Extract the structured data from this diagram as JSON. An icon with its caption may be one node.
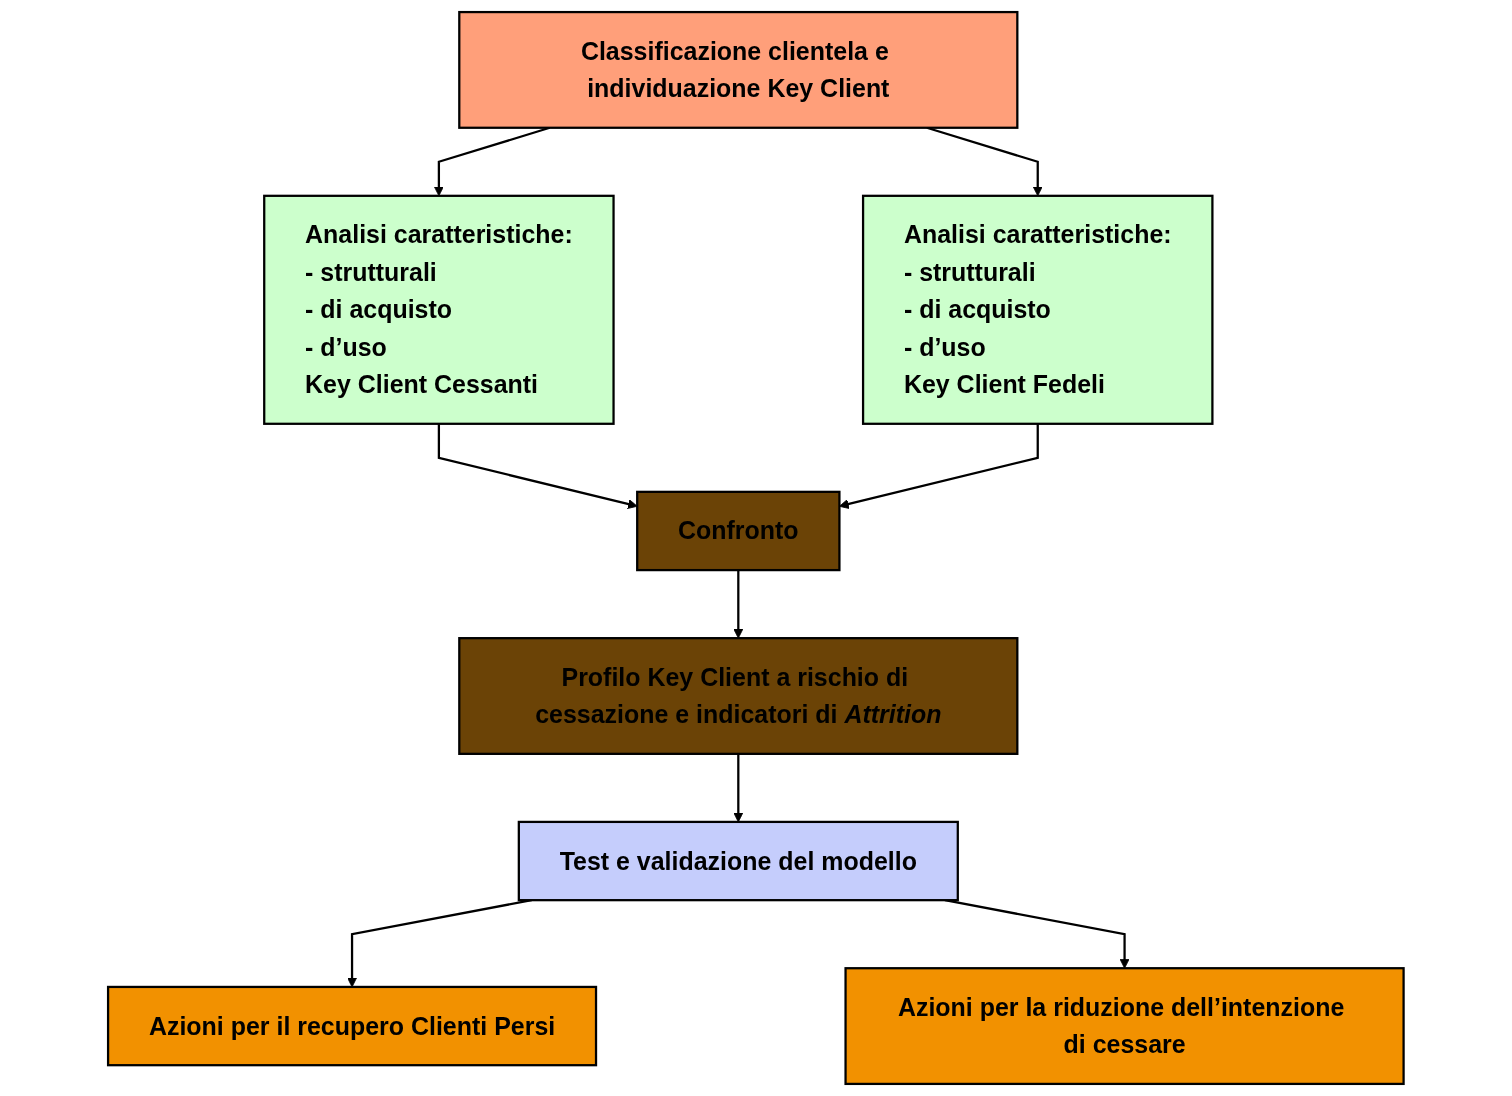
{
  "diagram": {
    "nodes": [
      {
        "text": [
          "Classificazione clientela e individuazione Key Client"
        ]
      },
      {
        "text": [
          "Analisi caratteristiche:",
          "- strutturali",
          "- di acquisto",
          "- d’uso",
          "Key Client Cessanti"
        ]
      },
      {
        "text": [
          "Analisi caratteristiche:",
          "- strutturali",
          "- di acquisto",
          "- d’uso",
          "Key Client Fedeli"
        ]
      },
      {
        "text": [
          "Confronto"
        ]
      },
      {
        "text": [
          "Profilo Key Client a rischio di cessazione e indicatori di *Attrition*"
        ]
      },
      {
        "text": [
          "Test e validazione del modello"
        ]
      },
      {
        "text": [
          "Azioni per il recupero Clienti Persi"
        ]
      },
      {
        "text": [
          "Azioni per la riduzione dell’intenzione di cessare"
        ]
      }
    ],
    "edges": [
      {
        "from": 0,
        "to": 1,
        "arrow": "to"
      },
      {
        "from": 0,
        "to": 2,
        "arrow": "to"
      },
      {
        "from": 1,
        "to": 3,
        "arrow": "to"
      },
      {
        "from": 2,
        "to": 3,
        "arrow": "to"
      },
      {
        "from": 3,
        "to": 4,
        "arrow": "to"
      },
      {
        "from": 4,
        "to": 5,
        "arrow": "to"
      },
      {
        "from": 5,
        "to": 6,
        "arrow": "to"
      },
      {
        "from": 5,
        "to": 7,
        "arrow": "to"
      }
    ]
  }
}
